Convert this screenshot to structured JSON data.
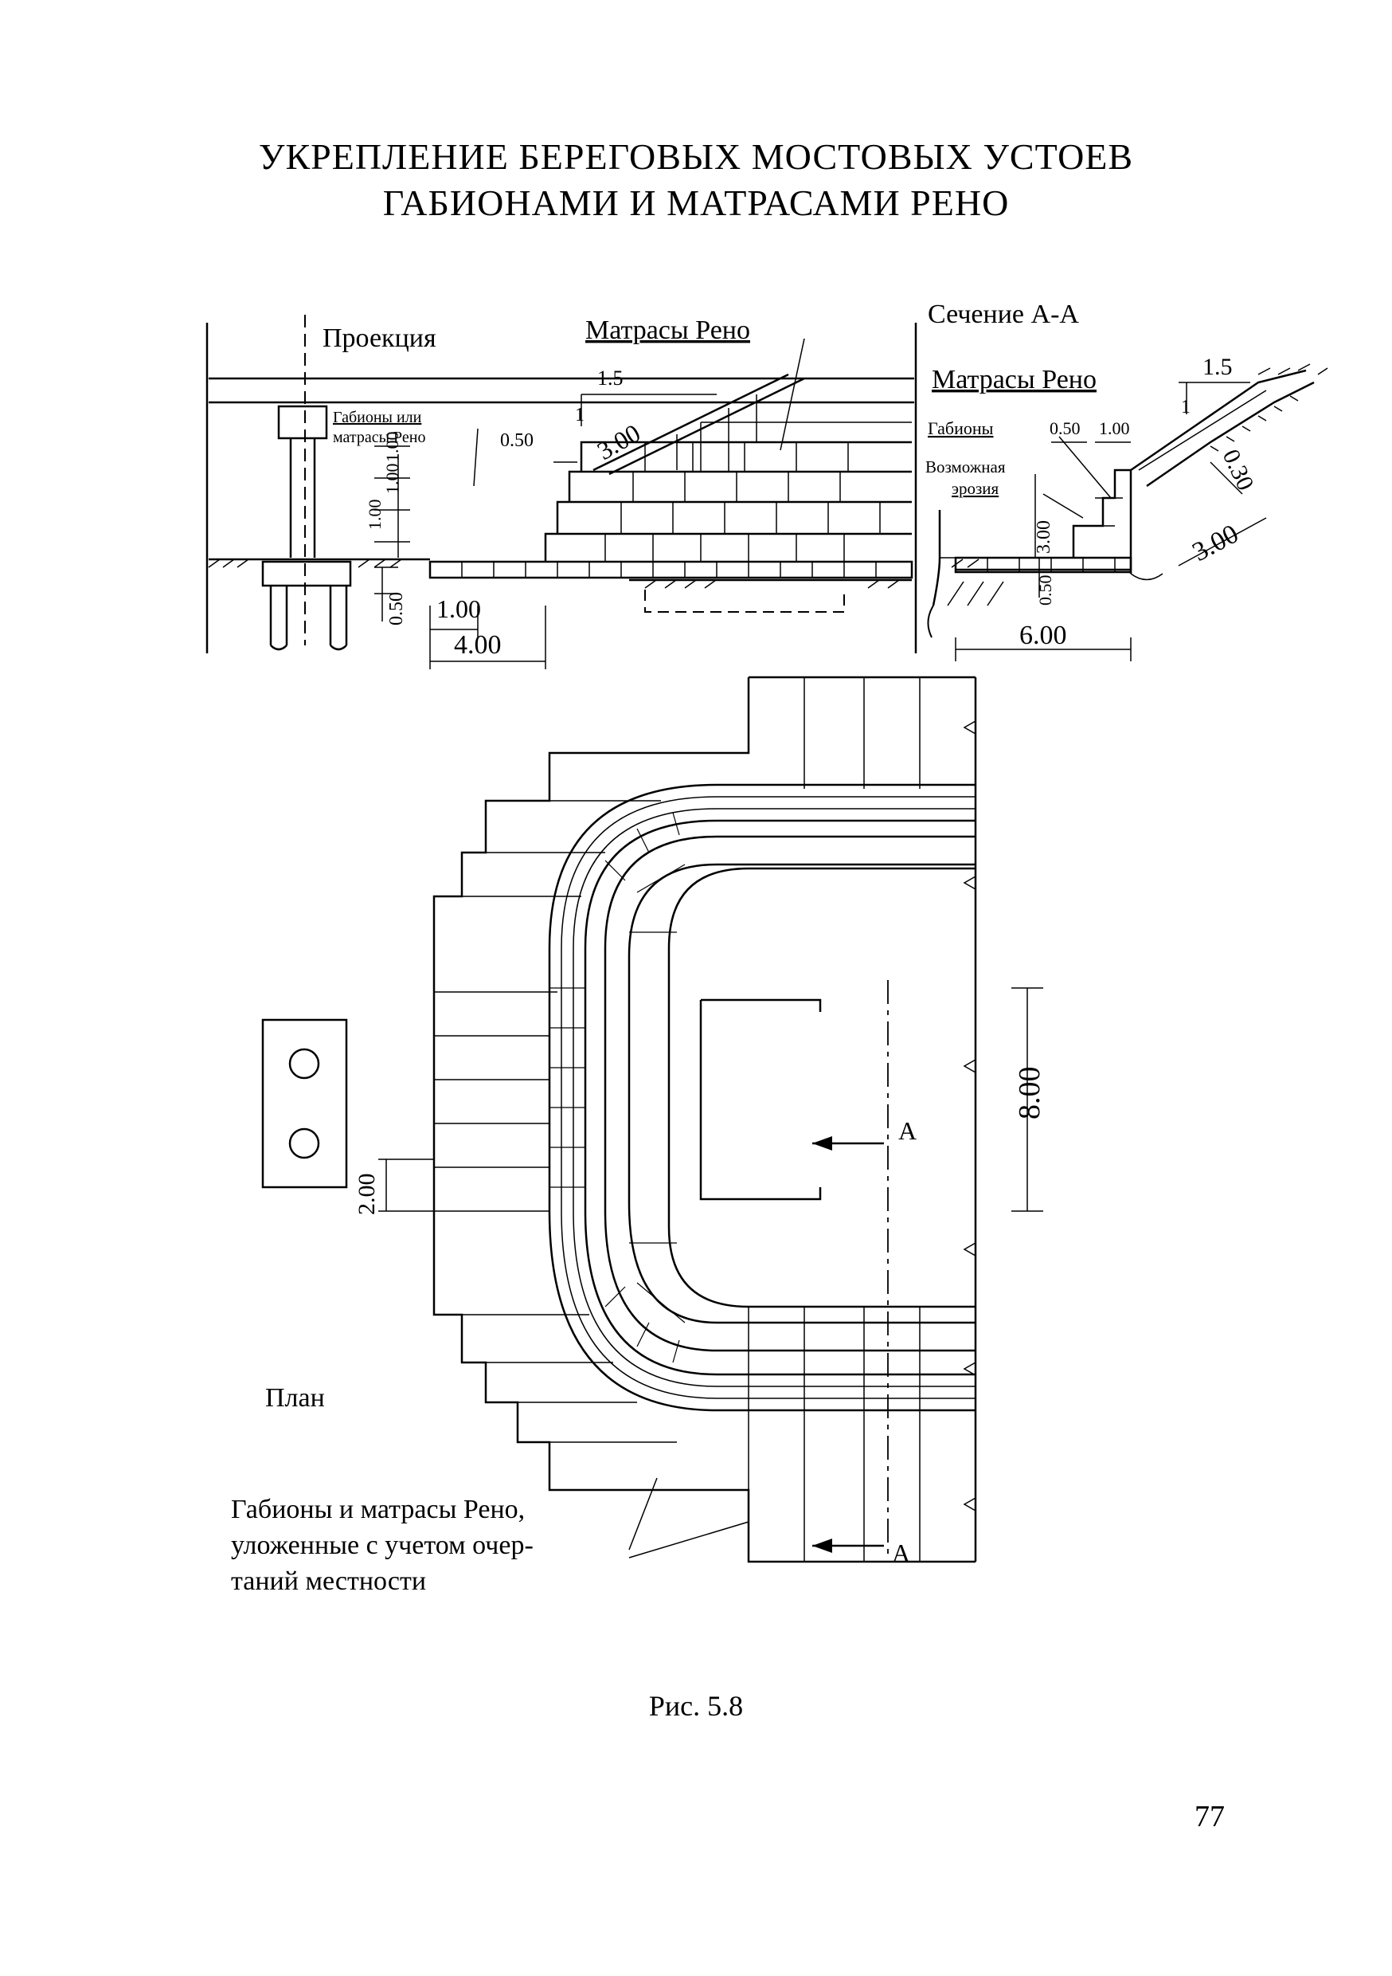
{
  "title": {
    "line1": "УКРЕПЛЕНИЕ БЕРЕГОВЫХ МОСТОВЫХ УСТОЕВ",
    "line2": "ГАБИОНАМИ И МАТРАСАМИ РЕНО"
  },
  "projection": {
    "title": "Проекция",
    "reno_label": "Матрасы Рено",
    "gabion_label_1": "Габионы или",
    "gabion_label_2": "матрасы Рено",
    "slope_h": "1.5",
    "slope_v": "1",
    "slope_len": "3.00",
    "offset": "0.50",
    "step1": "1.00",
    "step2": "1.00",
    "step3": "1.00",
    "base_t": "0.50",
    "bottom_small": "1.00",
    "bottom_big": "4.00"
  },
  "section": {
    "title": "Сечение А-А",
    "reno_label": "Матрасы Рено",
    "gabion_label": "Габионы",
    "erosion_1": "Возможная",
    "erosion_2": "эрозия",
    "dim_a": "0.50",
    "dim_b": "1.00",
    "slope_h": "1.5",
    "slope_v": "1",
    "thickness": "0.30",
    "slope_len": "3.00",
    "height": "3.00",
    "base_t": "0.50",
    "width": "6.00"
  },
  "plan": {
    "title": "План",
    "dim_side": "8.00",
    "dim_step": "2.00",
    "section_mark_top": "А",
    "section_mark_bottom": "А",
    "note_1": "Габионы и матрасы Рено,",
    "note_2": "уложенные с учетом очер-",
    "note_3": "таний местности"
  },
  "caption": "Рис. 5.8",
  "page_number": "77"
}
